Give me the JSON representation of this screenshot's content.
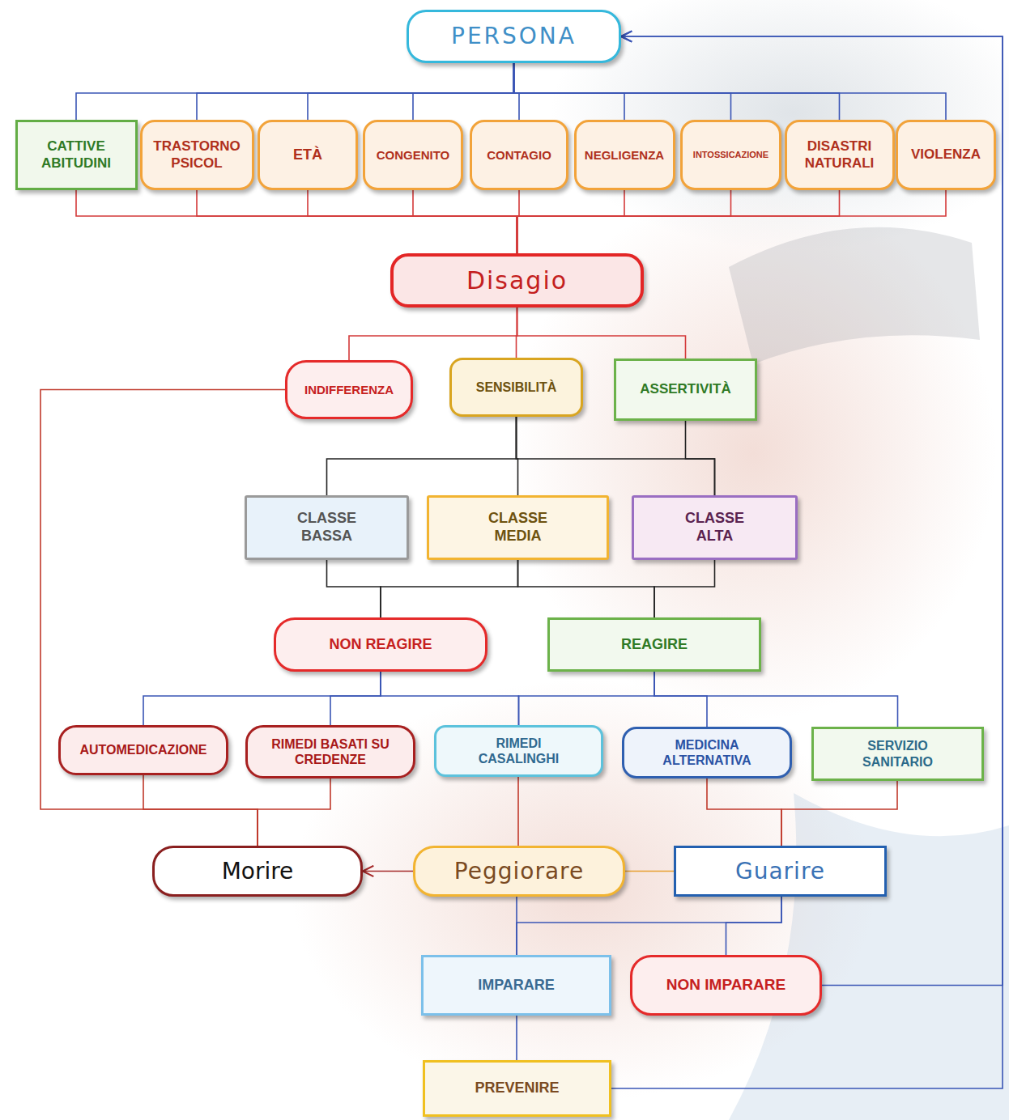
{
  "diagram": {
    "nodes": [
      {
        "text": [
          "PERSONA"
        ]
      },
      {
        "text": [
          "CATTIVE ABITUDINI"
        ]
      },
      {
        "text": [
          "TRASTORNO PSICOL"
        ]
      },
      {
        "text": [
          "ETÀ"
        ]
      },
      {
        "text": [
          "CONGENITO"
        ]
      },
      {
        "text": [
          "CONTAGIO"
        ]
      },
      {
        "text": [
          "NEGLIGENZA"
        ]
      },
      {
        "text": [
          "INTOSSICAZIONE"
        ]
      },
      {
        "text": [
          "DISASTRI NATURALI"
        ]
      },
      {
        "text": [
          "VIOLENZA"
        ]
      },
      {
        "text": [
          "Disagio"
        ]
      },
      {
        "text": [
          "INDIFFERENZA"
        ]
      },
      {
        "text": [
          "SENSIBILITÀ"
        ]
      },
      {
        "text": [
          "ASSERTIVITÀ"
        ]
      },
      {
        "text": [
          "CLASSE BASSA"
        ]
      },
      {
        "text": [
          "CLASSE MEDIA"
        ]
      },
      {
        "text": [
          "CLASSE ALTA"
        ]
      },
      {
        "text": [
          "NON REAGIRE"
        ]
      },
      {
        "text": [
          "REAGIRE"
        ]
      },
      {
        "text": [
          "AUTOMEDICAZIONE"
        ]
      },
      {
        "text": [
          "RIMEDI BASATI SU CREDENZE"
        ]
      },
      {
        "text": [
          "RIMEDI CASALINGHI"
        ]
      },
      {
        "text": [
          "MEDICINA ALTERNATIVA"
        ]
      },
      {
        "text": [
          "SERVIZIO SANITARIO"
        ]
      },
      {
        "text": [
          "Morire"
        ]
      },
      {
        "text": [
          "Peggiorare"
        ]
      },
      {
        "text": [
          "Guarire"
        ]
      },
      {
        "text": [
          "IMPARARE"
        ]
      },
      {
        "text": [
          "NON IMPARARE"
        ]
      },
      {
        "text": [
          "PREVENIRE"
        ]
      }
    ],
    "edges": [
      {
        "from": 0,
        "to": 1,
        "arrow": "none"
      },
      {
        "from": 0,
        "to": 2,
        "arrow": "none"
      },
      {
        "from": 0,
        "to": 3,
        "arrow": "none"
      },
      {
        "from": 0,
        "to": 4,
        "arrow": "none"
      },
      {
        "from": 0,
        "to": 5,
        "arrow": "none"
      },
      {
        "from": 0,
        "to": 6,
        "arrow": "none"
      },
      {
        "from": 0,
        "to": 7,
        "arrow": "none"
      },
      {
        "from": 0,
        "to": 8,
        "arrow": "none"
      },
      {
        "from": 0,
        "to": 9,
        "arrow": "none"
      },
      {
        "from": 1,
        "to": 10,
        "arrow": "none"
      },
      {
        "from": 2,
        "to": 10,
        "arrow": "none"
      },
      {
        "from": 3,
        "to": 10,
        "arrow": "none"
      },
      {
        "from": 4,
        "to": 10,
        "arrow": "none"
      },
      {
        "from": 5,
        "to": 10,
        "arrow": "none"
      },
      {
        "from": 6,
        "to": 10,
        "arrow": "none"
      },
      {
        "from": 7,
        "to": 10,
        "arrow": "none"
      },
      {
        "from": 8,
        "to": 10,
        "arrow": "none"
      },
      {
        "from": 9,
        "to": 10,
        "arrow": "none"
      },
      {
        "from": 10,
        "to": 11,
        "arrow": "none"
      },
      {
        "from": 10,
        "to": 12,
        "arrow": "none"
      },
      {
        "from": 10,
        "to": 13,
        "arrow": "none"
      },
      {
        "from": 12,
        "to": 14,
        "arrow": "none"
      },
      {
        "from": 12,
        "to": 15,
        "arrow": "none"
      },
      {
        "from": 12,
        "to": 16,
        "arrow": "none"
      },
      {
        "from": 13,
        "to": 16,
        "arrow": "none"
      },
      {
        "from": 14,
        "to": 17,
        "arrow": "none"
      },
      {
        "from": 15,
        "to": 17,
        "arrow": "none"
      },
      {
        "from": 15,
        "to": 18,
        "arrow": "none"
      },
      {
        "from": 16,
        "to": 18,
        "arrow": "none"
      },
      {
        "from": 17,
        "to": 19,
        "arrow": "none"
      },
      {
        "from": 17,
        "to": 20,
        "arrow": "none"
      },
      {
        "from": 17,
        "to": 21,
        "arrow": "none"
      },
      {
        "from": 18,
        "to": 21,
        "arrow": "none"
      },
      {
        "from": 18,
        "to": 22,
        "arrow": "none"
      },
      {
        "from": 18,
        "to": 23,
        "arrow": "none"
      },
      {
        "from": 11,
        "to": 24,
        "arrow": "none"
      },
      {
        "from": 19,
        "to": 24,
        "arrow": "none"
      },
      {
        "from": 20,
        "to": 24,
        "arrow": "none"
      },
      {
        "from": 21,
        "to": 25,
        "arrow": "none"
      },
      {
        "from": 22,
        "to": 26,
        "arrow": "none"
      },
      {
        "from": 23,
        "to": 26,
        "arrow": "none"
      },
      {
        "from": 25,
        "to": 24,
        "arrow": "to"
      },
      {
        "from": 25,
        "to": 26,
        "arrow": "none"
      },
      {
        "from": 26,
        "to": 27,
        "arrow": "none"
      },
      {
        "from": 26,
        "to": 28,
        "arrow": "none"
      },
      {
        "from": 25,
        "to": 27,
        "arrow": "none"
      },
      {
        "from": 27,
        "to": 29,
        "arrow": "none"
      },
      {
        "from": 28,
        "to": 0,
        "arrow": "to"
      },
      {
        "from": 29,
        "to": 0,
        "arrow": "to"
      }
    ]
  }
}
